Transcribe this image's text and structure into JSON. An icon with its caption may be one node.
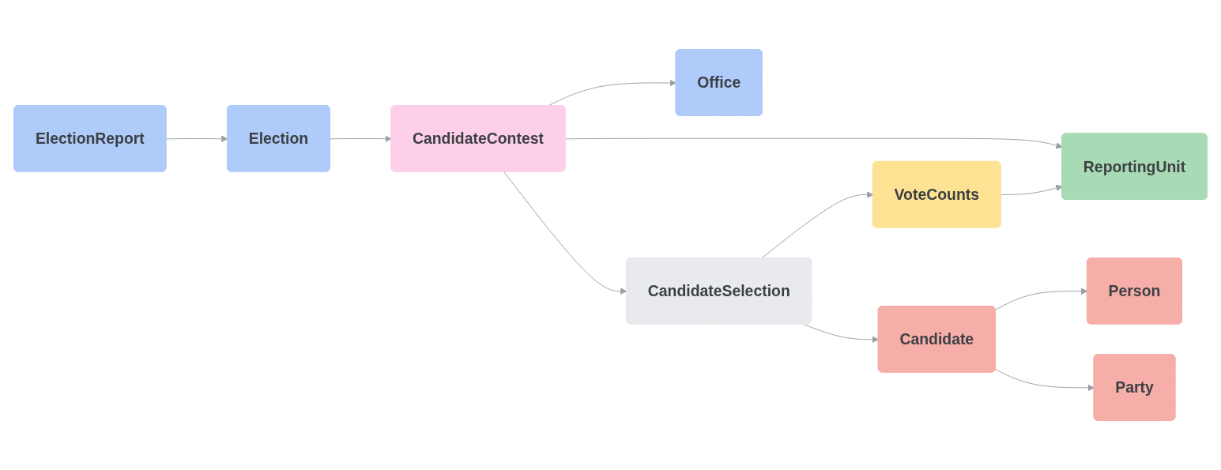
{
  "diagram": {
    "nodes": [
      {
        "text": [
          "Office"
        ]
      },
      {
        "text": [
          "ElectionReport"
        ]
      },
      {
        "text": [
          "Election"
        ]
      },
      {
        "text": [
          "CandidateContest"
        ]
      },
      {
        "text": [
          "ReportingUnit"
        ]
      },
      {
        "text": [
          "CandidateSelection"
        ]
      },
      {
        "text": [
          "VoteCounts"
        ]
      },
      {
        "text": [
          "Person"
        ]
      },
      {
        "text": [
          "Candidate"
        ]
      },
      {
        "text": [
          "Party"
        ]
      }
    ],
    "edges": [
      {
        "from": 1,
        "to": 2,
        "arrow": "to"
      },
      {
        "from": 2,
        "to": 3,
        "arrow": "to"
      },
      {
        "from": 3,
        "to": 0,
        "arrow": "to"
      },
      {
        "from": 3,
        "to": 4,
        "arrow": "to"
      },
      {
        "from": 3,
        "to": 5,
        "arrow": "to"
      },
      {
        "from": 5,
        "to": 6,
        "arrow": "to"
      },
      {
        "from": 6,
        "to": 4,
        "arrow": "to"
      },
      {
        "from": 5,
        "to": 8,
        "arrow": "to"
      },
      {
        "from": 8,
        "to": 7,
        "arrow": "to"
      },
      {
        "from": 8,
        "to": 9,
        "arrow": "to"
      }
    ]
  }
}
